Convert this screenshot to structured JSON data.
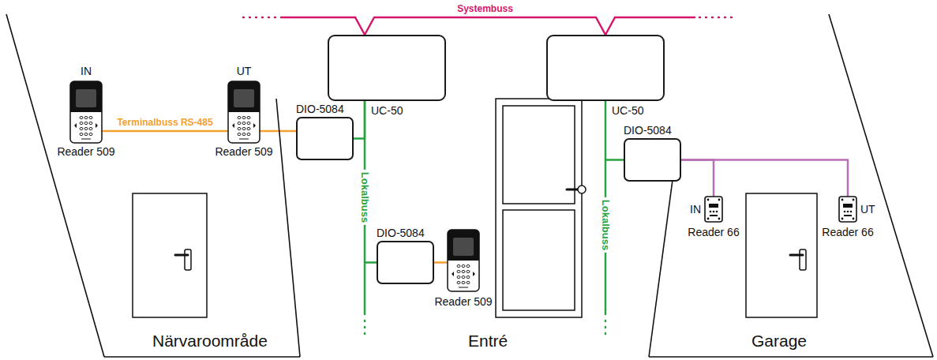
{
  "diagram": {
    "nodes": [
      {
        "text": [
          "Närvaroområde"
        ]
      },
      {
        "text": [
          "IN",
          "Reader 509"
        ],
        "in": 0
      },
      {
        "text": [
          "UT",
          "Reader 509"
        ],
        "in": 0
      },
      {
        "text": [
          "UC-50"
        ]
      },
      {
        "text": [
          "DIO-5084"
        ]
      },
      {
        "text": [
          "DIO-5084"
        ]
      },
      {
        "text": [
          "Reader 509"
        ]
      },
      {
        "text": [
          "UC-50"
        ]
      },
      {
        "text": [
          "DIO-5084"
        ]
      },
      {
        "text": [
          "Garage"
        ]
      },
      {
        "text": [
          "IN",
          "Reader 66"
        ],
        "in": 9
      },
      {
        "text": [
          "UT",
          "Reader 66"
        ],
        "in": 9
      }
    ],
    "edges": [
      {
        "from": 3,
        "to": 7,
        "arrow": "none",
        "label": "Systembuss"
      },
      {
        "from": 3,
        "to": 4,
        "arrow": "none"
      },
      {
        "from": 3,
        "to": 5,
        "arrow": "none"
      },
      {
        "from": 4,
        "to": 2,
        "arrow": "none"
      },
      {
        "from": 2,
        "to": 1,
        "arrow": "none",
        "label": "Terminalbuss RS-485"
      },
      {
        "from": 5,
        "to": 6,
        "arrow": "none"
      },
      {
        "from": 7,
        "to": 8,
        "arrow": "none"
      },
      {
        "from": 8,
        "to": 10,
        "arrow": "none"
      },
      {
        "from": 8,
        "to": 11,
        "arrow": "none"
      }
    ],
    "labels": [
      "Lokalbuss",
      "Lokalbuss",
      "Entré"
    ]
  }
}
